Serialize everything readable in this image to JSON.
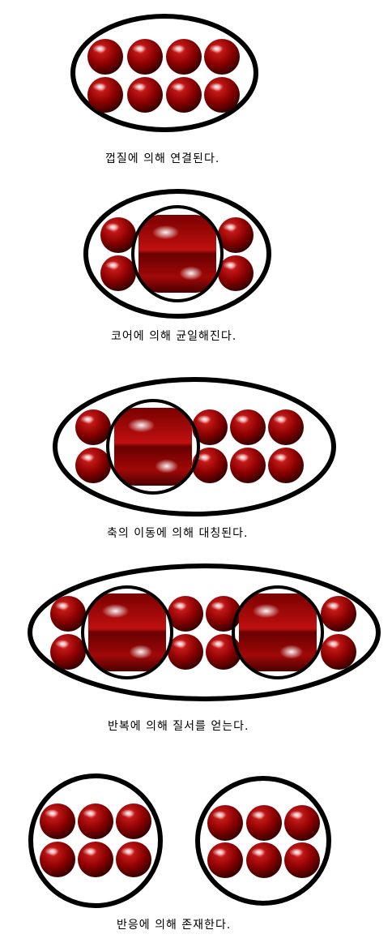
{
  "captions": [
    "껍질에 의해 연결된다.",
    "코어에 의해 균일해진다.",
    "축의 이동에 의해 대칭된다.",
    "반복에 의해 질서를 얻는다.",
    "반응에 의해 존재한다."
  ],
  "colors": {
    "ball": "#8b0000",
    "ball_light": "#e04040",
    "ball_dark": "#3a0000",
    "outline": "#000000"
  }
}
